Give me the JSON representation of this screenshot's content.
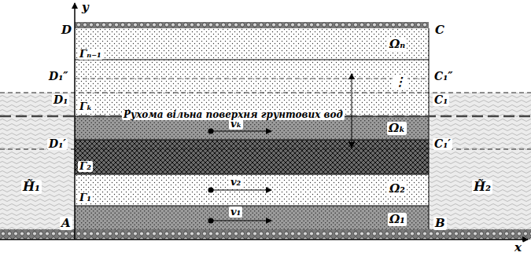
{
  "diagram": {
    "nodes": [
      {
        "text": [
          "Ωₙ"
        ]
      },
      {
        "text": [
          "Ωₖ",
          "vₖ"
        ]
      },
      {
        "text": [
          "Ω₂",
          "v₂"
        ]
      },
      {
        "text": [
          "Ω₁",
          "v₁"
        ]
      },
      {
        "text": [
          "H̃₁"
        ]
      },
      {
        "text": [
          "H̃₂"
        ]
      }
    ],
    "labels": [
      "y",
      "x",
      "D",
      "C",
      "A",
      "B",
      "D₁″",
      "C₁″",
      "D₁",
      "C₁",
      "D₁′",
      "C₁′",
      "Γₙ₋₁",
      "Γₖ",
      "Γ₂",
      "Γ₁",
      "⋮",
      "Рухома вільна поверхня грунтових вод"
    ]
  }
}
